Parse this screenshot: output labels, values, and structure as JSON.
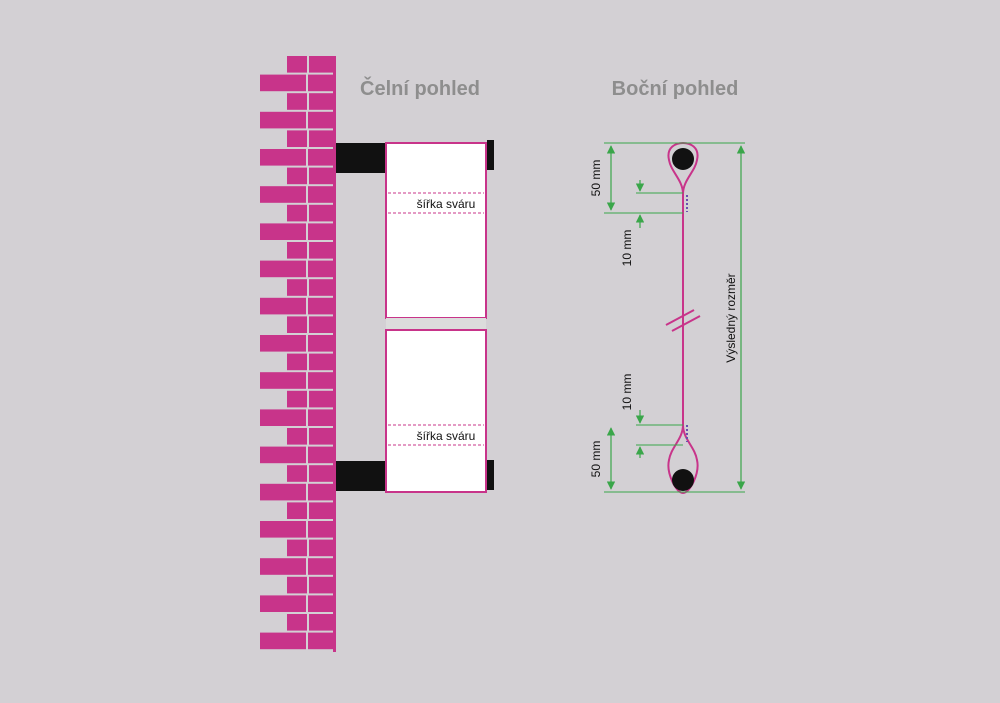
{
  "front_view": {
    "title": "Čelní pohled",
    "seam_label_top": "šířka sváru",
    "seam_label_bottom": "šířka sváru"
  },
  "side_view": {
    "title": "Boční pohled",
    "dim_top_hem": "50 mm",
    "dim_top_seam": "10 mm",
    "dim_bottom_seam": "10 mm",
    "dim_bottom_hem": "50 mm",
    "dim_total": "Výsledný rozměr"
  },
  "colors": {
    "background": "#d3d0d4",
    "brick": "#c8348a",
    "mortar": "#ffffff",
    "dimension": "#3aa64a",
    "title": "#8e8e8e",
    "bracket": "#111111"
  }
}
